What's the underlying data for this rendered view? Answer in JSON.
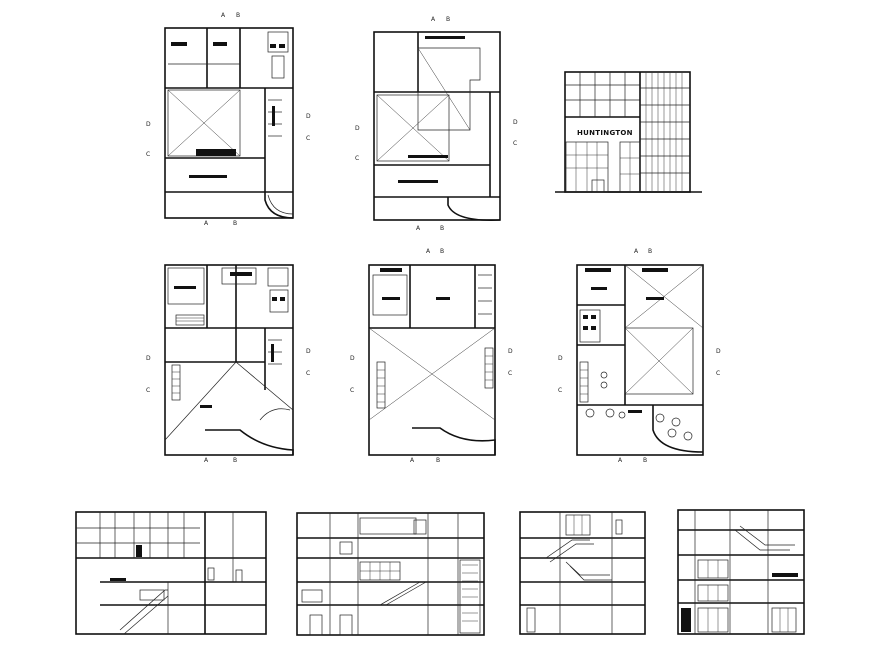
{
  "drawing": {
    "building_name": "HUNTINGTON",
    "section_markers": {
      "a": "A",
      "b": "B",
      "c": "C",
      "d": "D"
    }
  }
}
